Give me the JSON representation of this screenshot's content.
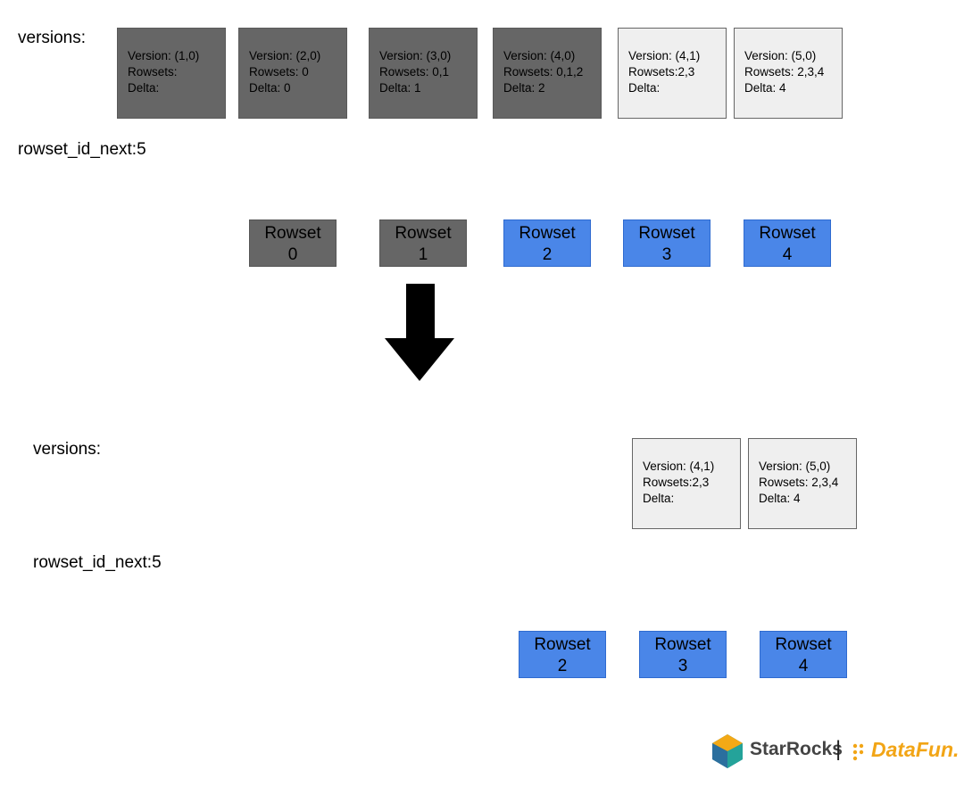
{
  "top": {
    "versions_label": "versions:",
    "next_label": "rowset_id_next:5",
    "versions": [
      {
        "version": "Version: (1,0)",
        "rowsets": "Rowsets:",
        "delta": "Delta:",
        "state": "old"
      },
      {
        "version": "Version: (2,0)",
        "rowsets": "Rowsets: 0",
        "delta": "Delta: 0",
        "state": "old"
      },
      {
        "version": "Version: (3,0)",
        "rowsets": "Rowsets: 0,1",
        "delta": "Delta: 1",
        "state": "old"
      },
      {
        "version": "Version: (4,0)",
        "rowsets": "Rowsets: 0,1,2",
        "delta": "Delta: 2",
        "state": "old"
      },
      {
        "version": "Version: (4,1)",
        "rowsets": "Rowsets:2,3",
        "delta": "Delta:",
        "state": "current"
      },
      {
        "version": "Version: (5,0)",
        "rowsets": "Rowsets: 2,3,4",
        "delta": "Delta: 4",
        "state": "current"
      }
    ],
    "rowsets": [
      {
        "name": "Rowset",
        "id": "0",
        "state": "old"
      },
      {
        "name": "Rowset",
        "id": "1",
        "state": "old"
      },
      {
        "name": "Rowset",
        "id": "2",
        "state": "current"
      },
      {
        "name": "Rowset",
        "id": "3",
        "state": "current"
      },
      {
        "name": "Rowset",
        "id": "4",
        "state": "current"
      }
    ]
  },
  "bottom": {
    "versions_label": "versions:",
    "next_label": "rowset_id_next:5",
    "versions": [
      {
        "version": "Version: (4,1)",
        "rowsets": "Rowsets:2,3",
        "delta": "Delta:",
        "state": "current"
      },
      {
        "version": "Version: (5,0)",
        "rowsets": "Rowsets: 2,3,4",
        "delta": "Delta: 4",
        "state": "current"
      }
    ],
    "rowsets": [
      {
        "name": "Rowset",
        "id": "2",
        "state": "current"
      },
      {
        "name": "Rowset",
        "id": "3",
        "state": "current"
      },
      {
        "name": "Rowset",
        "id": "4",
        "state": "current"
      }
    ]
  },
  "colors": {
    "old_fill": "#666666",
    "version_current_fill": "#efefef",
    "rowset_current_fill": "#4a86e8",
    "arrow": "#000000"
  },
  "icons": {
    "transition": "arrow-down-icon",
    "logo_mark": "starrocks-logo-icon"
  },
  "logo": {
    "starrocks": "StarRocks",
    "separator": "|",
    "datafun": "DataFun."
  }
}
